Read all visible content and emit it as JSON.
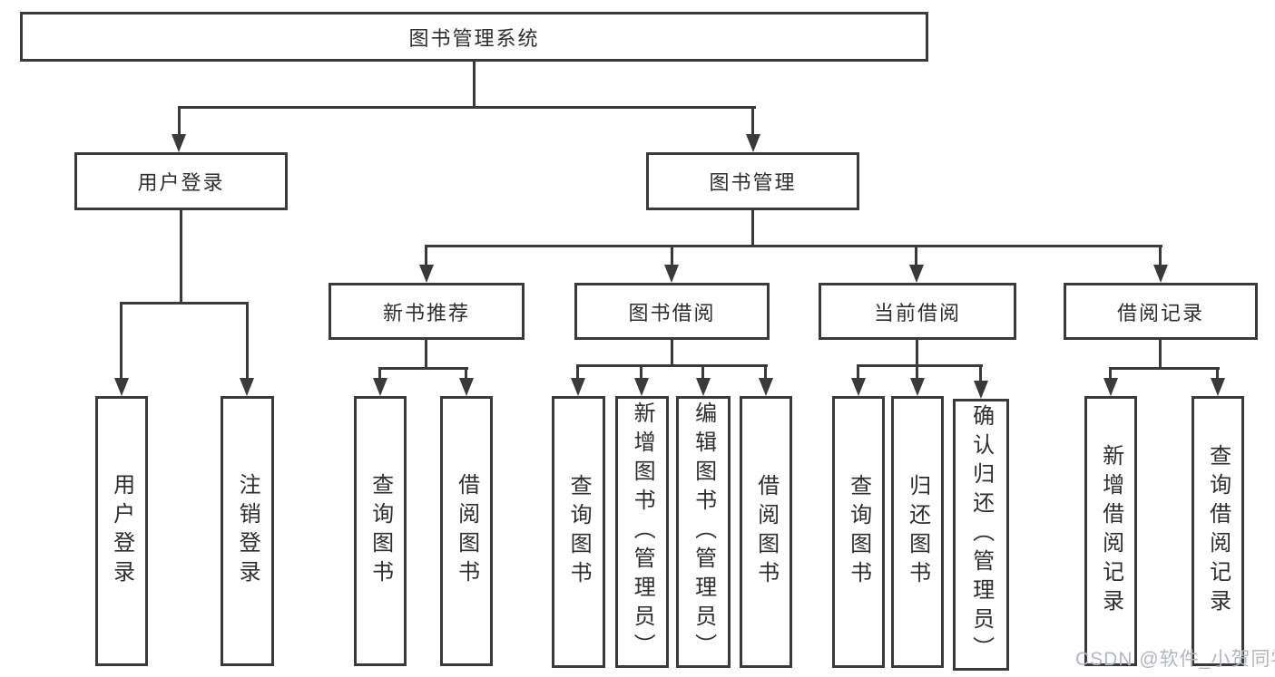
{
  "colors": {
    "line": "#3a3a3a",
    "text": "#2e2e2e",
    "watermark": "#b2b6bd",
    "background": "#ffffff"
  },
  "watermark": {
    "text": "CSDN @软件_小贺同学"
  },
  "tree": {
    "label": "图书管理系统",
    "children": [
      {
        "label": "用户登录",
        "children": [
          {
            "label": "用户登录"
          },
          {
            "label": "注销登录"
          }
        ]
      },
      {
        "label": "图书管理",
        "children": [
          {
            "label": "新书推荐",
            "children": [
              {
                "label": "查询图书"
              },
              {
                "label": "借阅图书"
              }
            ]
          },
          {
            "label": "图书借阅",
            "children": [
              {
                "label": "查询图书"
              },
              {
                "label": "新增图书（管理员）"
              },
              {
                "label": "编辑图书（管理员）"
              },
              {
                "label": "借阅图书"
              }
            ]
          },
          {
            "label": "当前借阅",
            "children": [
              {
                "label": "查询图书"
              },
              {
                "label": "归还图书"
              },
              {
                "label": "确认归还（管理员）"
              }
            ]
          },
          {
            "label": "借阅记录",
            "children": [
              {
                "label": "新增借阅记录"
              },
              {
                "label": "查询借阅记录"
              }
            ]
          }
        ]
      }
    ]
  }
}
